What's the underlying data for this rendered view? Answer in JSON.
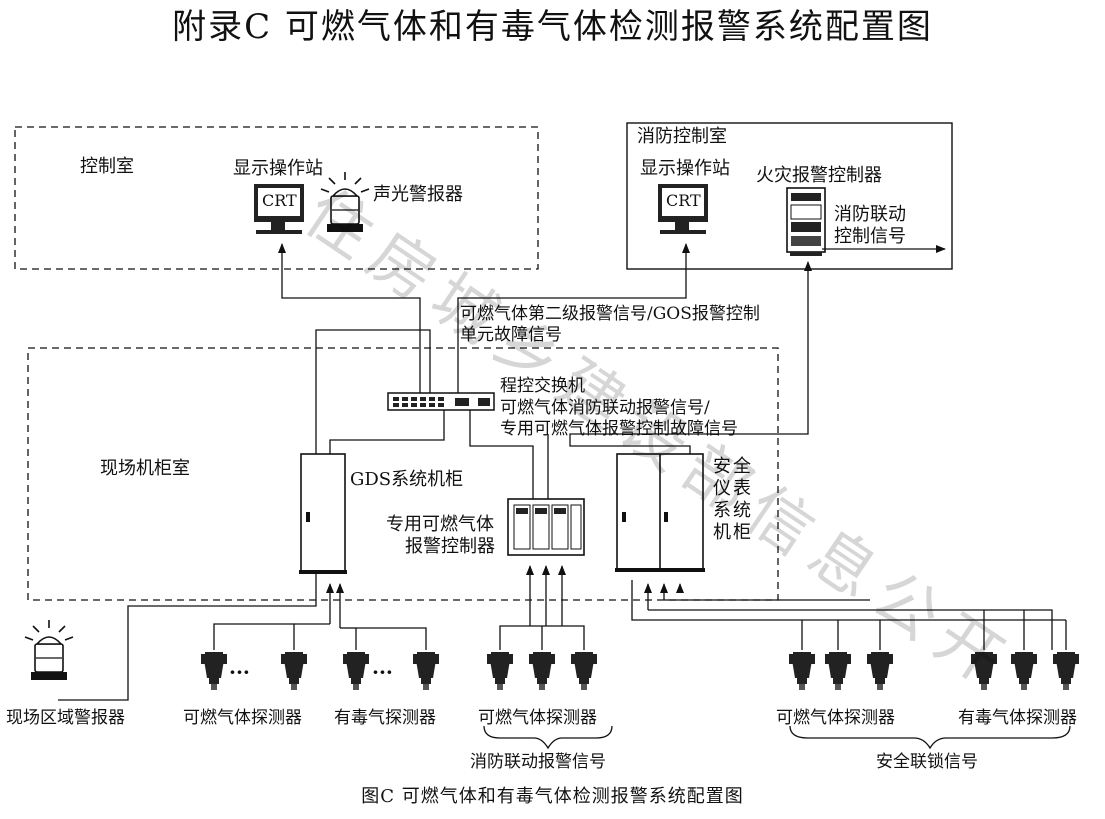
{
  "title": "附录C   可燃气体和有毒气体检测报警系统配置图",
  "caption": "图C   可燃气体和有毒气体检测报警系统配置图",
  "watermark": "住房城乡建设部信息公开",
  "rooms": {
    "control_room": "控制室",
    "fire_control_room": "消防控制室",
    "field_cabinet_room": "现场机柜室"
  },
  "devices": {
    "display_station_1": "显示操作站",
    "display_station_2": "显示操作站",
    "crt": "CRT",
    "audible_visual_alarm": "声光警报器",
    "fire_alarm_controller": "火灾报警控制器",
    "fire_linkage_signal_line1": "消防联动",
    "fire_linkage_signal_line2": "控制信号",
    "switch_label": "程控交换机",
    "gds_cabinet": "GDS系统机柜",
    "dedicated_controller_line1": "专用可燃气体",
    "dedicated_controller_line2": "报警控制器",
    "sis_cabinet_chars": [
      "安",
      "全",
      "仪",
      "表",
      "系",
      "统",
      "机",
      "柜"
    ],
    "field_area_alarm": "现场区域警报器"
  },
  "signals": {
    "second_level_line1": "可燃气体第二级报警信号/GOS报警控制",
    "second_level_line2": "单元故障信号",
    "fire_linkage_line1": "可燃气体消防联动报警信号/",
    "fire_linkage_line2": "专用可燃气体报警控制故障信号",
    "fire_linkage_alarm": "消防联动报警信号",
    "safety_interlock": "安全联锁信号"
  },
  "detectors": {
    "combustible_1": "可燃气体探测器",
    "toxic_1": "有毒气探测器",
    "combustible_2": "可燃气体探测器",
    "combustible_3": "可燃气体探测器",
    "toxic_2": "有毒气体探测器",
    "ellipsis": "···"
  }
}
